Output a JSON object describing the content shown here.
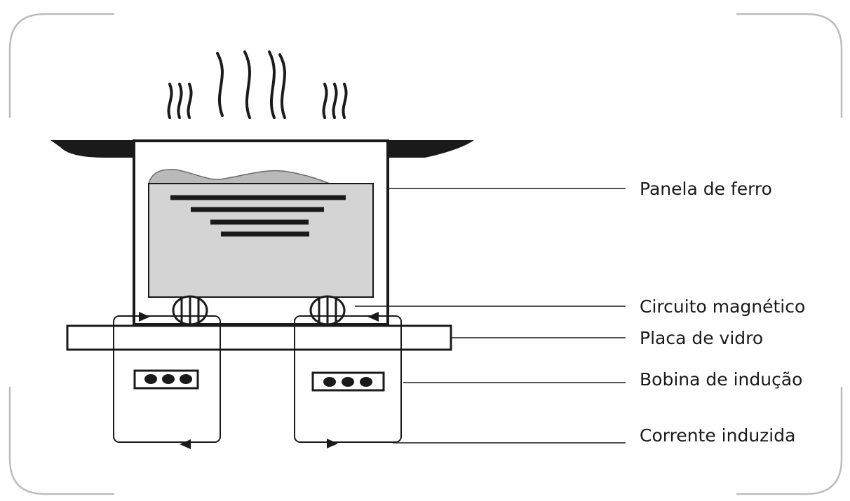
{
  "labels": {
    "pan": "Panela de ferro",
    "magnetic_circuit": "Circuito magnético",
    "glass_plate": "Placa de vidro",
    "induction_coil": "Bobina de indução",
    "induced_current": "Corrente induzida"
  },
  "colors": {
    "ink": "#1a1a1a",
    "frame": "#bdbdbd",
    "liquid": "#d4d4d4",
    "foam": "#b9b9b9"
  }
}
